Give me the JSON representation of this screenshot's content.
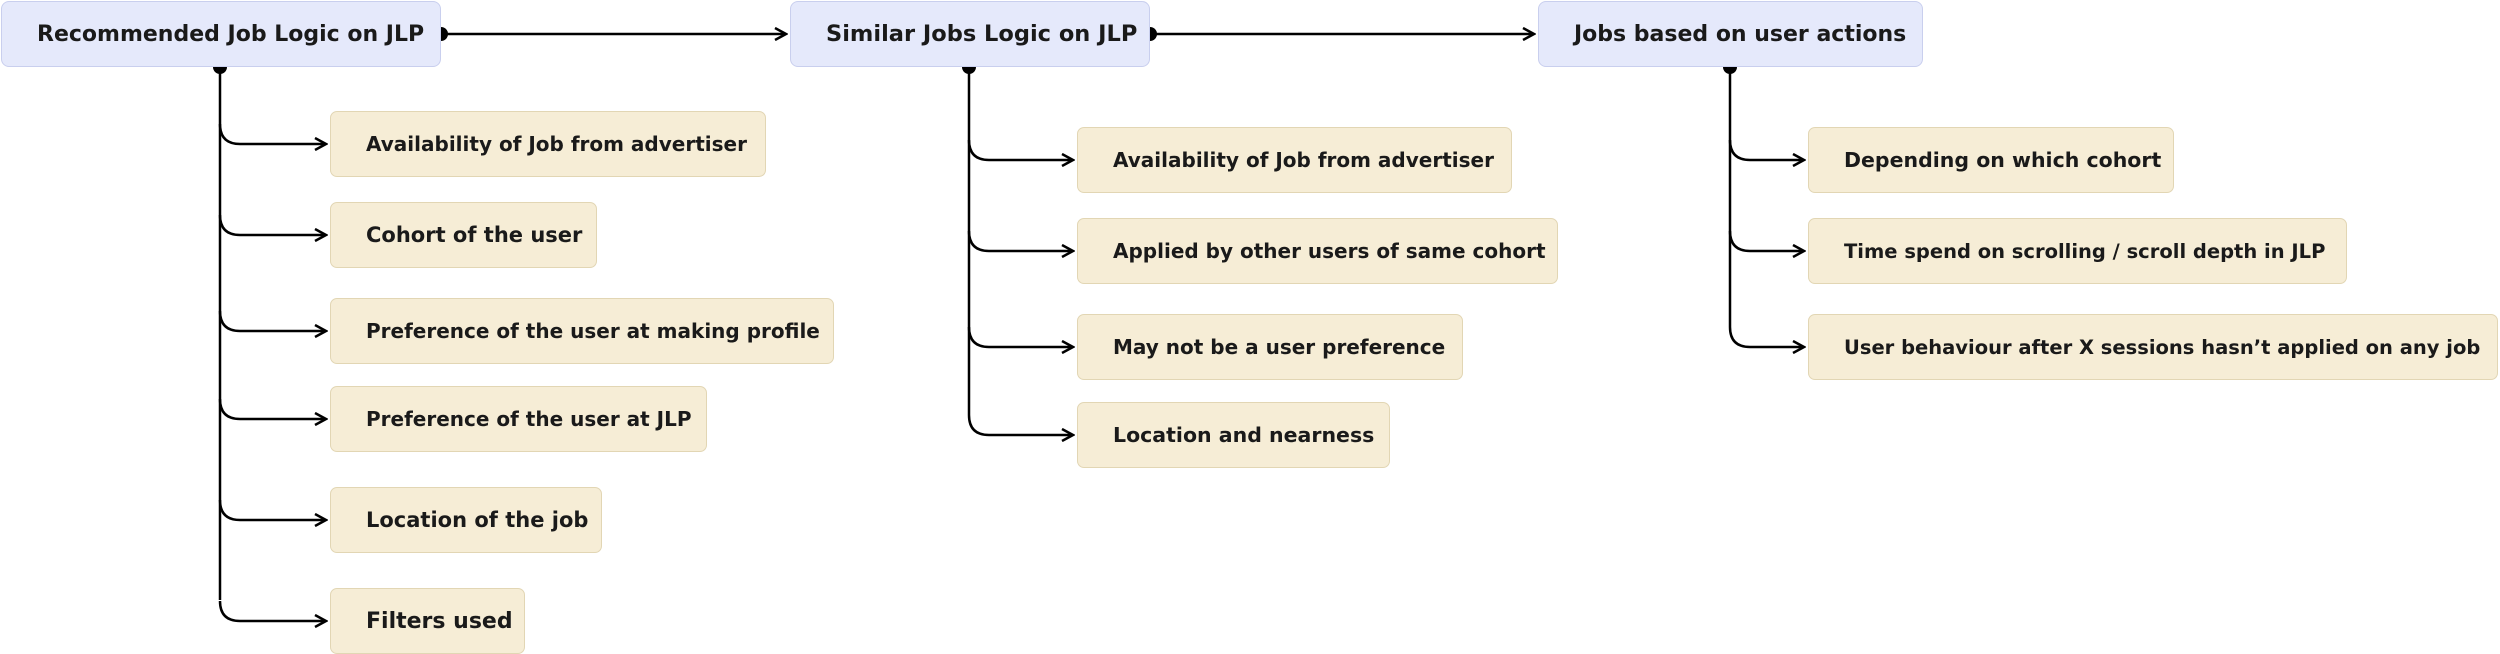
{
  "diagram": {
    "type": "flow-tree",
    "headers": [
      "Recommended Job Logic on JLP",
      "Similar Jobs Logic on JLP",
      "Jobs based on user actions"
    ],
    "branches": [
      {
        "items": [
          "Availability of Job from advertiser",
          "Cohort of the user",
          "Preference of the user at making profile",
          "Preference of the user at JLP",
          "Location of the job",
          "Filters used"
        ]
      },
      {
        "items": [
          "Availability of Job from advertiser",
          "Applied by other users of same cohort",
          "May not be a user preference",
          "Location and nearness"
        ]
      },
      {
        "items": [
          "Depending on which cohort",
          "Time spend on scrolling / scroll depth in JLP",
          "User behaviour after  X sessions hasn’t applied on any job"
        ]
      }
    ],
    "colors": {
      "header_fill": "#e5e9fb",
      "item_fill": "#f6edd6",
      "connector": "#000000"
    }
  }
}
